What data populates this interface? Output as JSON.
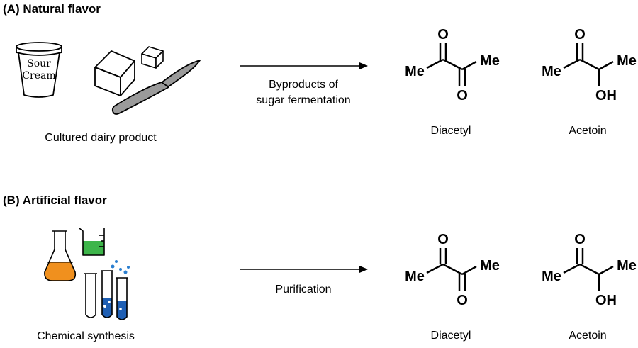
{
  "section_a": {
    "title": "(A) Natural flavor",
    "source_caption": "Cultured dairy product",
    "container_label_line1": "Sour",
    "container_label_line2": "Cream",
    "arrow_label_line1": "Byproducts of",
    "arrow_label_line2": "sugar fermentation",
    "diacetyl": {
      "name": "Diacetyl",
      "left": "Me",
      "right": "Me",
      "top": "O",
      "bottom": "O"
    },
    "acetoin": {
      "name": "Acetoin",
      "left": "Me",
      "right": "Me",
      "top": "O",
      "bottom": "OH"
    }
  },
  "section_b": {
    "title": "(B) Artificial flavor",
    "source_caption": "Chemical synthesis",
    "arrow_label": "Purification",
    "diacetyl": {
      "name": "Diacetyl",
      "left": "Me",
      "right": "Me",
      "top": "O",
      "bottom": "O"
    },
    "acetoin": {
      "name": "Acetoin",
      "left": "Me",
      "right": "Me",
      "top": "O",
      "bottom": "OH"
    }
  },
  "colors": {
    "ink": "#000000",
    "knife_fill": "#9a9a9a",
    "flask_liquid": "#f0901e",
    "beaker_liquid": "#3db54a",
    "tube_liquid": "#1f5fb4",
    "bubble": "#2b7fd0"
  }
}
